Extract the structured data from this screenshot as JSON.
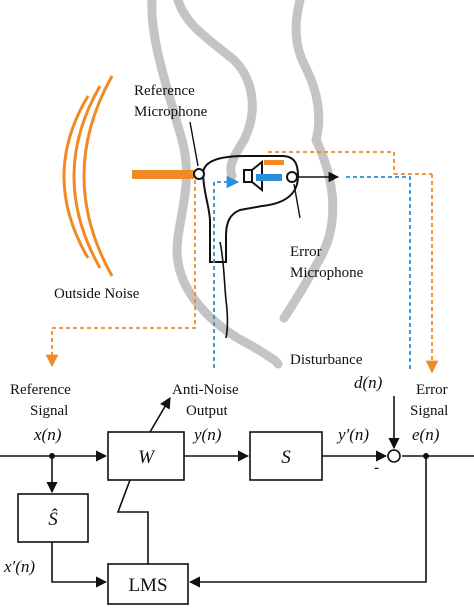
{
  "labels": {
    "reference_microphone_line1": "Reference",
    "reference_microphone_line2": "Microphone",
    "error_microphone_line1": "Error",
    "error_microphone_line2": "Microphone",
    "outside_noise": "Outside Noise",
    "disturbance": "Disturbance",
    "reference_signal_line1": "Reference",
    "reference_signal_line2": "Signal",
    "anti_noise_line1": "Anti-Noise",
    "anti_noise_line2": "Output",
    "error_signal_line1": "Error",
    "error_signal_line2": "Signal"
  },
  "signals": {
    "x": "x(n)",
    "y": "y(n)",
    "y_prime": "y′(n)",
    "e": "e(n)",
    "d": "d(n)",
    "x_prime": "x′(n)"
  },
  "blocks": {
    "w": "W",
    "s": "S",
    "s_hat": "Ŝ",
    "lms": "LMS"
  },
  "summing_sign": "-",
  "colors": {
    "noise_orange": "#f08a24",
    "dashed_orange": "#f08a24",
    "dashed_blue": "#2a8fd8",
    "ear_gray": "#bdbdbd",
    "line": "#111111"
  }
}
